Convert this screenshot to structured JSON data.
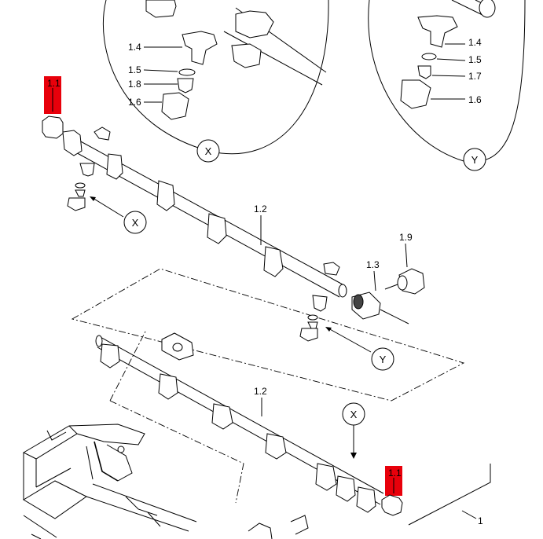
{
  "labels": {
    "p1_1_top": "1.1",
    "p1_1_bottom": "1.1",
    "p1_2_upper": "1.2",
    "p1_2_lower": "1.2",
    "p1_3": "1.3",
    "p1_9": "1.9",
    "p1": "1",
    "detail_x": {
      "p1_4": "1.4",
      "p1_5": "1.5",
      "p1_8": "1.8",
      "p1_6": "1.6"
    },
    "detail_y": {
      "p1_4": "1.4",
      "p1_5": "1.5",
      "p1_7": "1.7",
      "p1_6": "1.6"
    }
  },
  "callouts": {
    "x_detail": "X",
    "y_detail": "Y",
    "x_upper": "X",
    "y_mid": "Y",
    "x_lower": "X"
  },
  "highlight_color": "#e8000b"
}
